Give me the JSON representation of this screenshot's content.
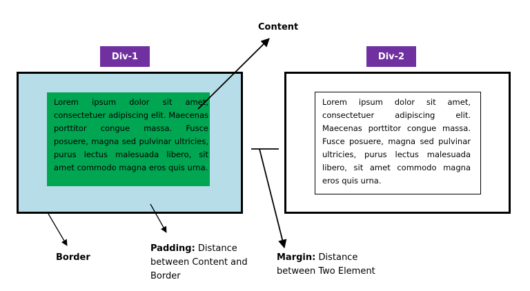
{
  "labels": {
    "content": "Content",
    "div1": "Div-1",
    "div2": "Div-2",
    "border": "Border",
    "padding_title": "Padding:",
    "padding_desc_1": "Distance",
    "padding_desc_2": "between Content and",
    "padding_desc_3": "Border",
    "margin_title": "Margin:",
    "margin_desc_1": "Distance",
    "margin_desc_2": "between Two Element"
  },
  "lorem": "Lorem ipsum dolor sit amet, consectetuer adipiscing elit. Maecenas porttitor congue massa. Fusce posuere, magna sed pulvinar ultricies, purus lectus malesuada libero, sit amet commodo magna eros quis urna.",
  "colors": {
    "tag_purple": "#7030a0",
    "padding_blue": "#b7dde8",
    "content_green": "#00a651",
    "border_black": "#000000"
  }
}
